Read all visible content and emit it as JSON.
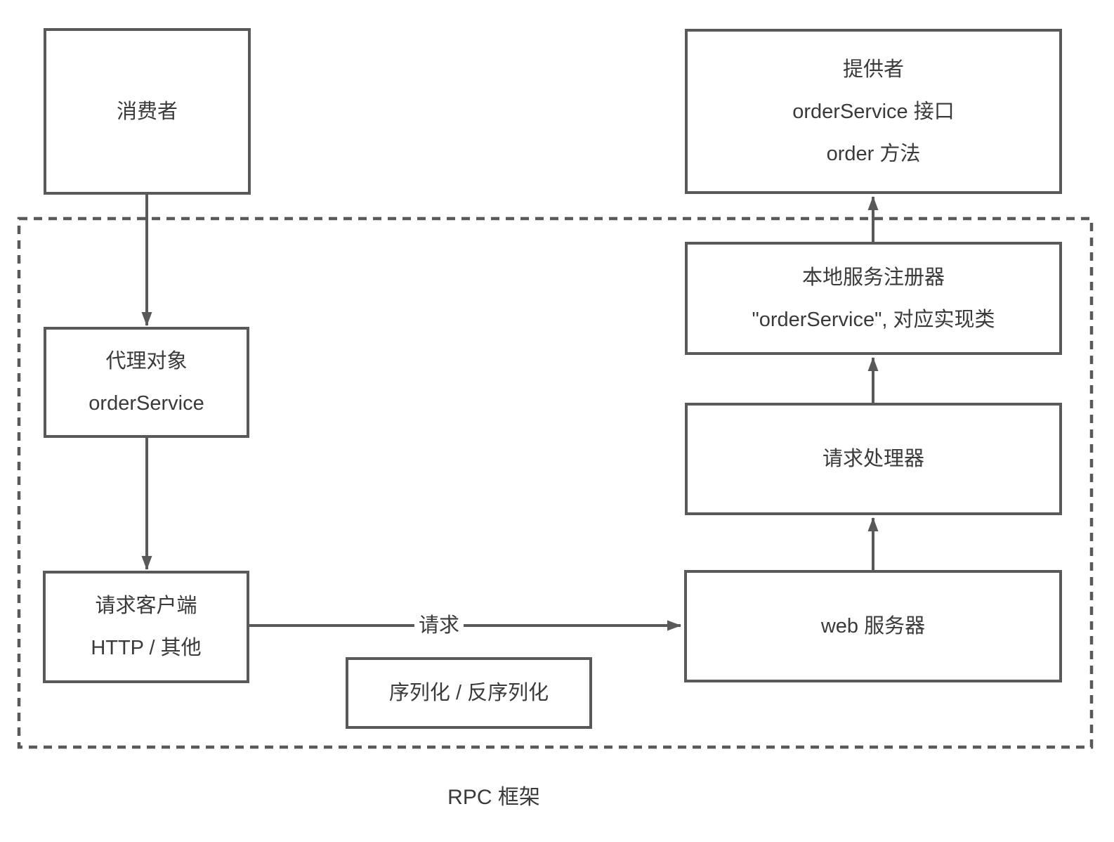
{
  "colors": {
    "stroke": "#595959",
    "text": "#3a3a3a"
  },
  "nodes": {
    "consumer": {
      "lines": [
        "消费者"
      ]
    },
    "provider": {
      "lines": [
        "提供者",
        "orderService 接口",
        "order 方法"
      ]
    },
    "proxy": {
      "lines": [
        "代理对象",
        "orderService"
      ]
    },
    "request_client": {
      "lines": [
        "请求客户端",
        "HTTP / 其他"
      ]
    },
    "local_registry": {
      "lines": [
        "本地服务注册器",
        "\"orderService\", 对应实现类"
      ]
    },
    "request_handler": {
      "lines": [
        "请求处理器"
      ]
    },
    "web_server": {
      "lines": [
        "web 服务器"
      ]
    },
    "serialization": {
      "lines": [
        "序列化 / 反序列化"
      ]
    }
  },
  "edge_labels": {
    "request": "请求"
  },
  "frame_label": "RPC 框架"
}
